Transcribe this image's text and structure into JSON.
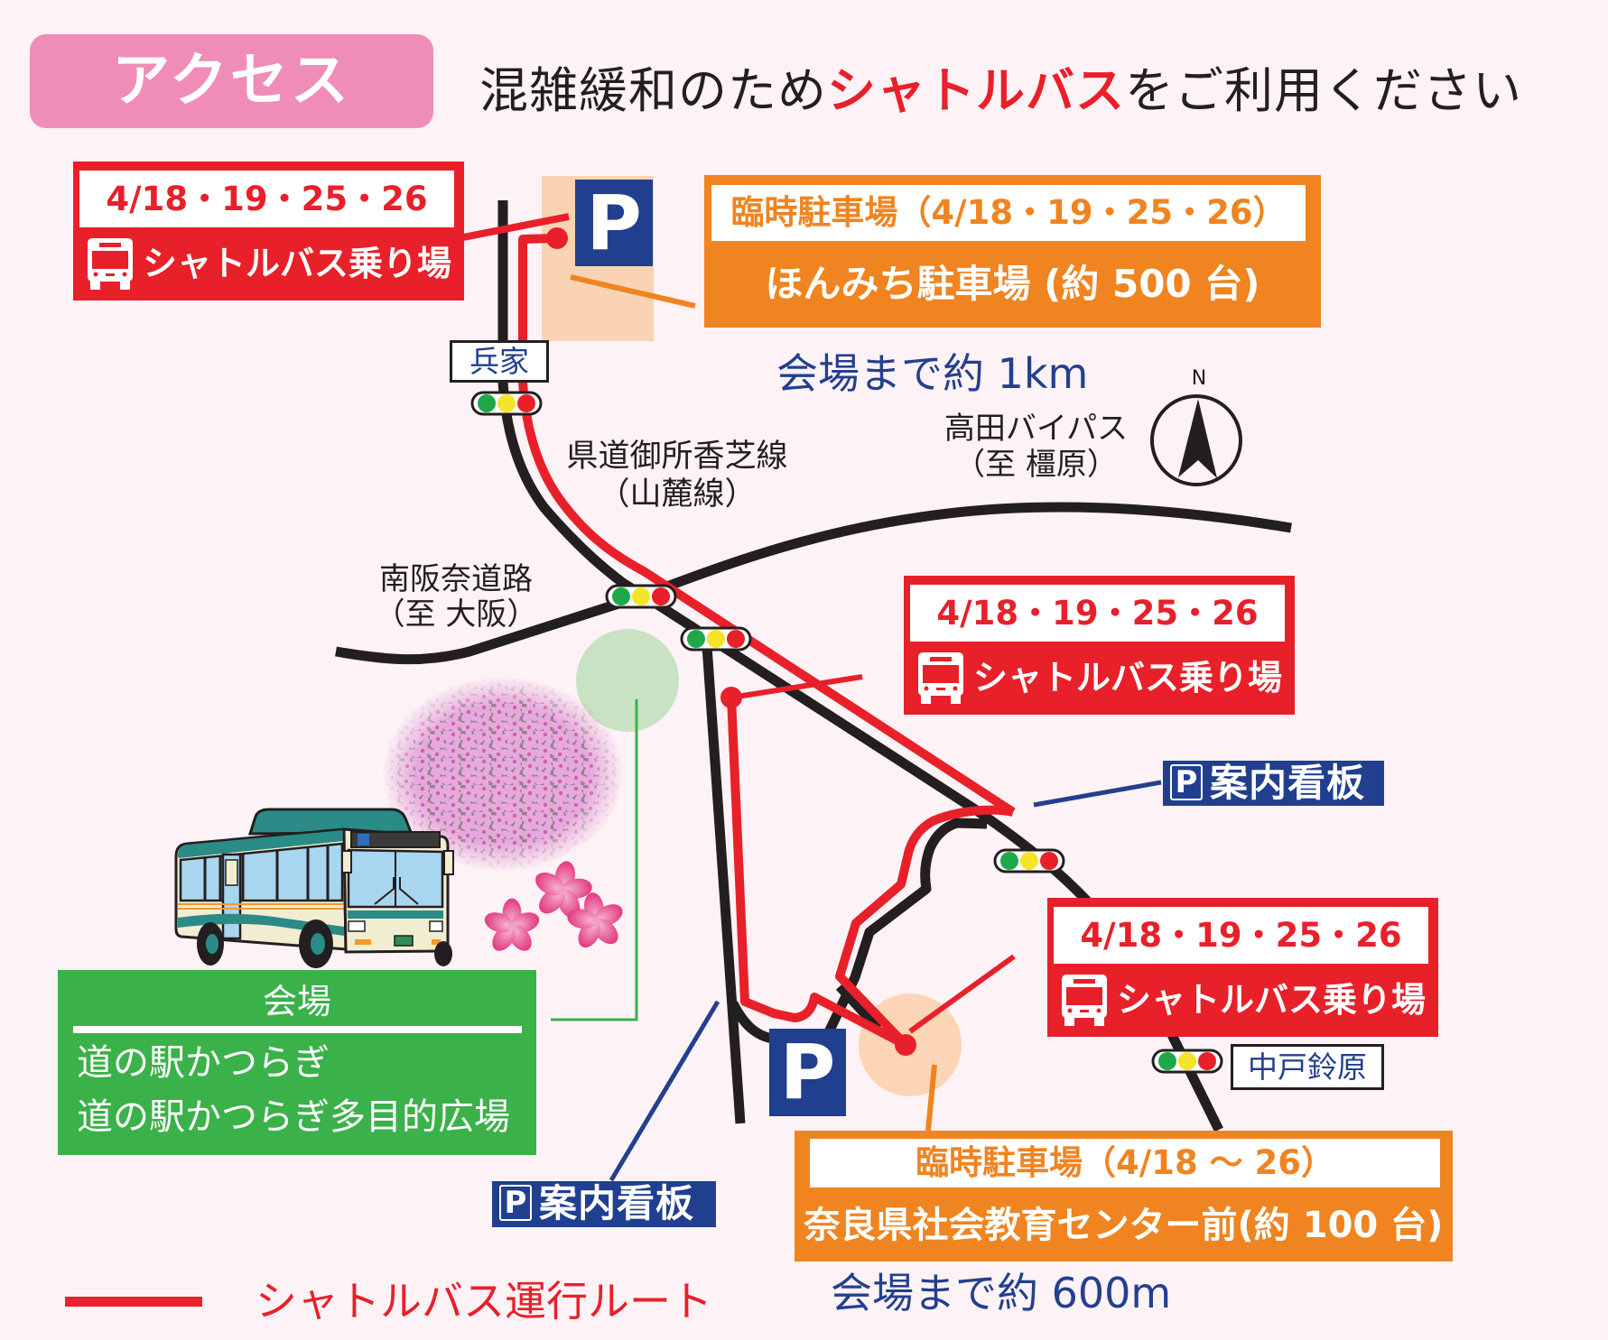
{
  "header": {
    "section_title": "アクセス",
    "message_prefix": "混雑緩和のため",
    "message_highlight": "シャトルバス",
    "message_suffix": "をご利用ください"
  },
  "shuttle_stops": [
    {
      "dates": "4/18・19・25・26",
      "label": "シャトルバス乗り場",
      "icon": "bus-icon"
    },
    {
      "dates": "4/18・19・25・26",
      "label": "シャトルバス乗り場",
      "icon": "bus-icon"
    },
    {
      "dates": "4/18・19・25・26",
      "label": "シャトルバス乗り場",
      "icon": "bus-icon"
    }
  ],
  "parking": [
    {
      "sign": "P",
      "title": "臨時駐車場（4/18・19・25・26）",
      "name": "ほんみち駐車場 (約 500 台)",
      "distance": "会場まで約 1km"
    },
    {
      "sign": "P",
      "title": "臨時駐車場（4/18 〜 26）",
      "name": "奈良県社会教育センター前(約 100 台)",
      "distance": "会場まで約 600m"
    }
  ],
  "guide_signs": [
    {
      "sign": "P",
      "label": "案内看板"
    },
    {
      "sign": "P",
      "label": "案内看板"
    }
  ],
  "intersections": [
    {
      "name": "兵家"
    },
    {
      "name": "中戸鈴原"
    }
  ],
  "roads": {
    "prefectural": {
      "name": "県道御所香芝線",
      "alias": "（山麓線）"
    },
    "minami_hanna": {
      "name": "南阪奈道路",
      "direction": "（至 大阪）"
    },
    "takada_bypass": {
      "name": "高田バイパス",
      "direction": "（至 橿原）"
    }
  },
  "compass": {
    "label": "N"
  },
  "venue": {
    "title": "会場",
    "lines": [
      "道の駅かつらぎ",
      "道の駅かつらぎ多目的広場"
    ]
  },
  "legend": {
    "label": "シャトルバス運行ルート",
    "color": "#e8202a"
  },
  "colors": {
    "background": "#fdf2f6",
    "title_pink": "#f08cb8",
    "shuttle_red": "#e8202a",
    "parking_orange": "#ef8421",
    "sign_blue": "#213f8f",
    "venue_green": "#3bb14a",
    "distance_blue": "#23408e",
    "road_black": "#231f20",
    "signal_green": "#1ea84a",
    "signal_yellow": "#f4e52a",
    "signal_red": "#e8202a"
  }
}
